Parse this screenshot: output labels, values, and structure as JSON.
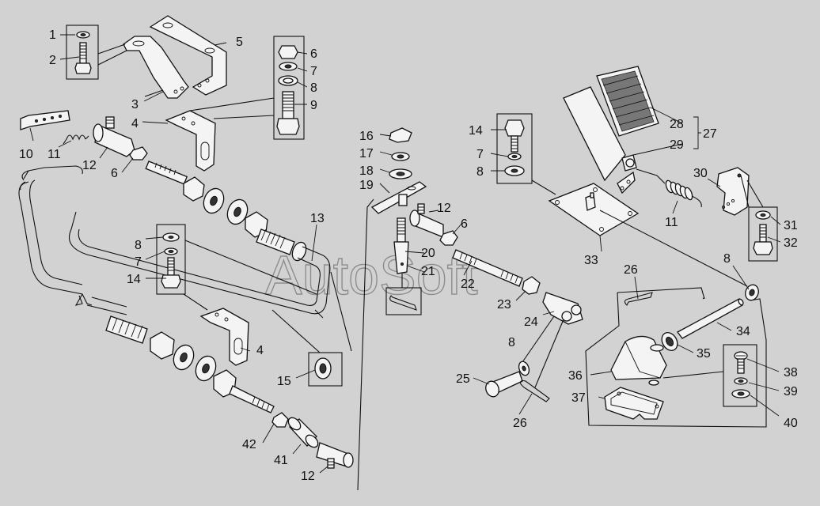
{
  "watermark": "AutoSoft",
  "labels": [
    {
      "id": "l1",
      "text": "1"
    },
    {
      "id": "l2",
      "text": "2"
    },
    {
      "id": "l3",
      "text": "3"
    },
    {
      "id": "l4a",
      "text": "4"
    },
    {
      "id": "l5",
      "text": "5"
    },
    {
      "id": "l6a",
      "text": "6"
    },
    {
      "id": "l7a",
      "text": "7"
    },
    {
      "id": "l8a",
      "text": "8"
    },
    {
      "id": "l9",
      "text": "9"
    },
    {
      "id": "l10",
      "text": "10"
    },
    {
      "id": "l11a",
      "text": "11"
    },
    {
      "id": "l12a",
      "text": "12"
    },
    {
      "id": "l6b",
      "text": "6"
    },
    {
      "id": "l13",
      "text": "13"
    },
    {
      "id": "l8b",
      "text": "8"
    },
    {
      "id": "l7b",
      "text": "7"
    },
    {
      "id": "l14a",
      "text": "14"
    },
    {
      "id": "l4b",
      "text": "4"
    },
    {
      "id": "l15",
      "text": "15"
    },
    {
      "id": "l42",
      "text": "42"
    },
    {
      "id": "l41",
      "text": "41"
    },
    {
      "id": "l12b",
      "text": "12"
    },
    {
      "id": "l16",
      "text": "16"
    },
    {
      "id": "l17",
      "text": "17"
    },
    {
      "id": "l18",
      "text": "18"
    },
    {
      "id": "l19",
      "text": "19"
    },
    {
      "id": "l12c",
      "text": "12"
    },
    {
      "id": "l6c",
      "text": "6"
    },
    {
      "id": "l20",
      "text": "20"
    },
    {
      "id": "l21",
      "text": "21"
    },
    {
      "id": "l22",
      "text": "22"
    },
    {
      "id": "l23",
      "text": "23"
    },
    {
      "id": "l24",
      "text": "24"
    },
    {
      "id": "l8c",
      "text": "8"
    },
    {
      "id": "l25",
      "text": "25"
    },
    {
      "id": "l26a",
      "text": "26"
    },
    {
      "id": "l14b",
      "text": "14"
    },
    {
      "id": "l7c",
      "text": "7"
    },
    {
      "id": "l8d",
      "text": "8"
    },
    {
      "id": "l28",
      "text": "28"
    },
    {
      "id": "l29",
      "text": "29"
    },
    {
      "id": "l27",
      "text": "27"
    },
    {
      "id": "l30",
      "text": "30"
    },
    {
      "id": "l11b",
      "text": "11"
    },
    {
      "id": "l31",
      "text": "31"
    },
    {
      "id": "l32",
      "text": "32"
    },
    {
      "id": "l33",
      "text": "33"
    },
    {
      "id": "l8e",
      "text": "8"
    },
    {
      "id": "l26b",
      "text": "26"
    },
    {
      "id": "l34",
      "text": "34"
    },
    {
      "id": "l35",
      "text": "35"
    },
    {
      "id": "l36",
      "text": "36"
    },
    {
      "id": "l38",
      "text": "38"
    },
    {
      "id": "l39",
      "text": "39"
    },
    {
      "id": "l37",
      "text": "37"
    },
    {
      "id": "l40",
      "text": "40"
    }
  ]
}
